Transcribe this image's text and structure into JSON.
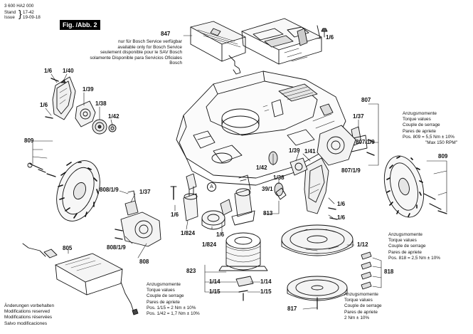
{
  "header": {
    "doc_number": "3 600 HA2 000",
    "stand_label": "Stand",
    "stand_value": "17-42",
    "issue_label": "Issue",
    "issue_value": "19-09-18",
    "figure": "Fig. /Abb. 2"
  },
  "service_note": {
    "part": "847",
    "lines": [
      "nur für Bosch Service verfügbar",
      "available only for Bosch Service",
      "seulement disponible pour le SAV Bosch",
      "solamente Disponible para Servicios Oficiales Bosch"
    ]
  },
  "labels": {
    "l_1_6_top": "1/6",
    "l_1_6_a": "1/6",
    "l_1_40": "1/40",
    "l_1_39_a": "1/39",
    "l_1_6_b": "1/6",
    "l_1_38_a": "1/38",
    "l_1_42_a": "1/42",
    "l_809_a": "809",
    "l_807": "807",
    "l_1_37_a": "1/37",
    "l_807_1_9_a": "807/1/9",
    "l_807_1_9_b": "807/1/9",
    "l_1_41": "1/41",
    "l_1_39_b": "1/39",
    "l_1_42_b": "1/42",
    "l_1_38_b": "1/38",
    "l_39_1": "39/1",
    "l_1_6_c": "1/6",
    "l_1_6_d": "1/6",
    "l_809_b": "809",
    "l_808_1_9_a": "808/1/9",
    "l_1_37_b": "1/37",
    "l_808_1_9_b": "808/1/9",
    "l_808": "808",
    "l_1_6_e": "1/6",
    "l_1_824_a": "1/824",
    "l_1_6_f": "1/6",
    "l_1_824_b": "1/824",
    "l_813": "813",
    "l_805": "805",
    "l_823": "823",
    "l_1_14_a": "1/14",
    "l_1_14_b": "1/14",
    "l_1_15_a": "1/15",
    "l_1_15_b": "1/15",
    "l_1_12": "1/12",
    "l_818": "818",
    "l_817": "817",
    "l_A": "A"
  },
  "torque_809": [
    "Anzugsmomente",
    "Torque values",
    "Couple de serrage",
    "Pares de apriete",
    "Pos. 809 = 5,5 Nm ± 10%",
    "\"Max 150 RPM\""
  ],
  "torque_818": [
    "Anzugsmomente",
    "Torque values",
    "Couple de serrage",
    "Pares de apriete",
    "Pos. 818 = 2,5 Nm ± 10%"
  ],
  "torque_115": [
    "Anzugsmomente",
    "Torque values",
    "Couple de serrage",
    "Pares de apriete",
    "Pos. 1/15 = 2 Nm ± 10%",
    "Pos. 1/42 = 1,7 Nm ± 10%"
  ],
  "torque_817": [
    "Anzugsmomente",
    "Torque values",
    "Couple de serrage",
    "Pares de apriete",
    "2 Nm ± 10%"
  ],
  "changes_note": [
    "Änderungen vorbehalten",
    "Modifications reserved",
    "Modifications réservées",
    "Salvo modificaciones"
  ]
}
